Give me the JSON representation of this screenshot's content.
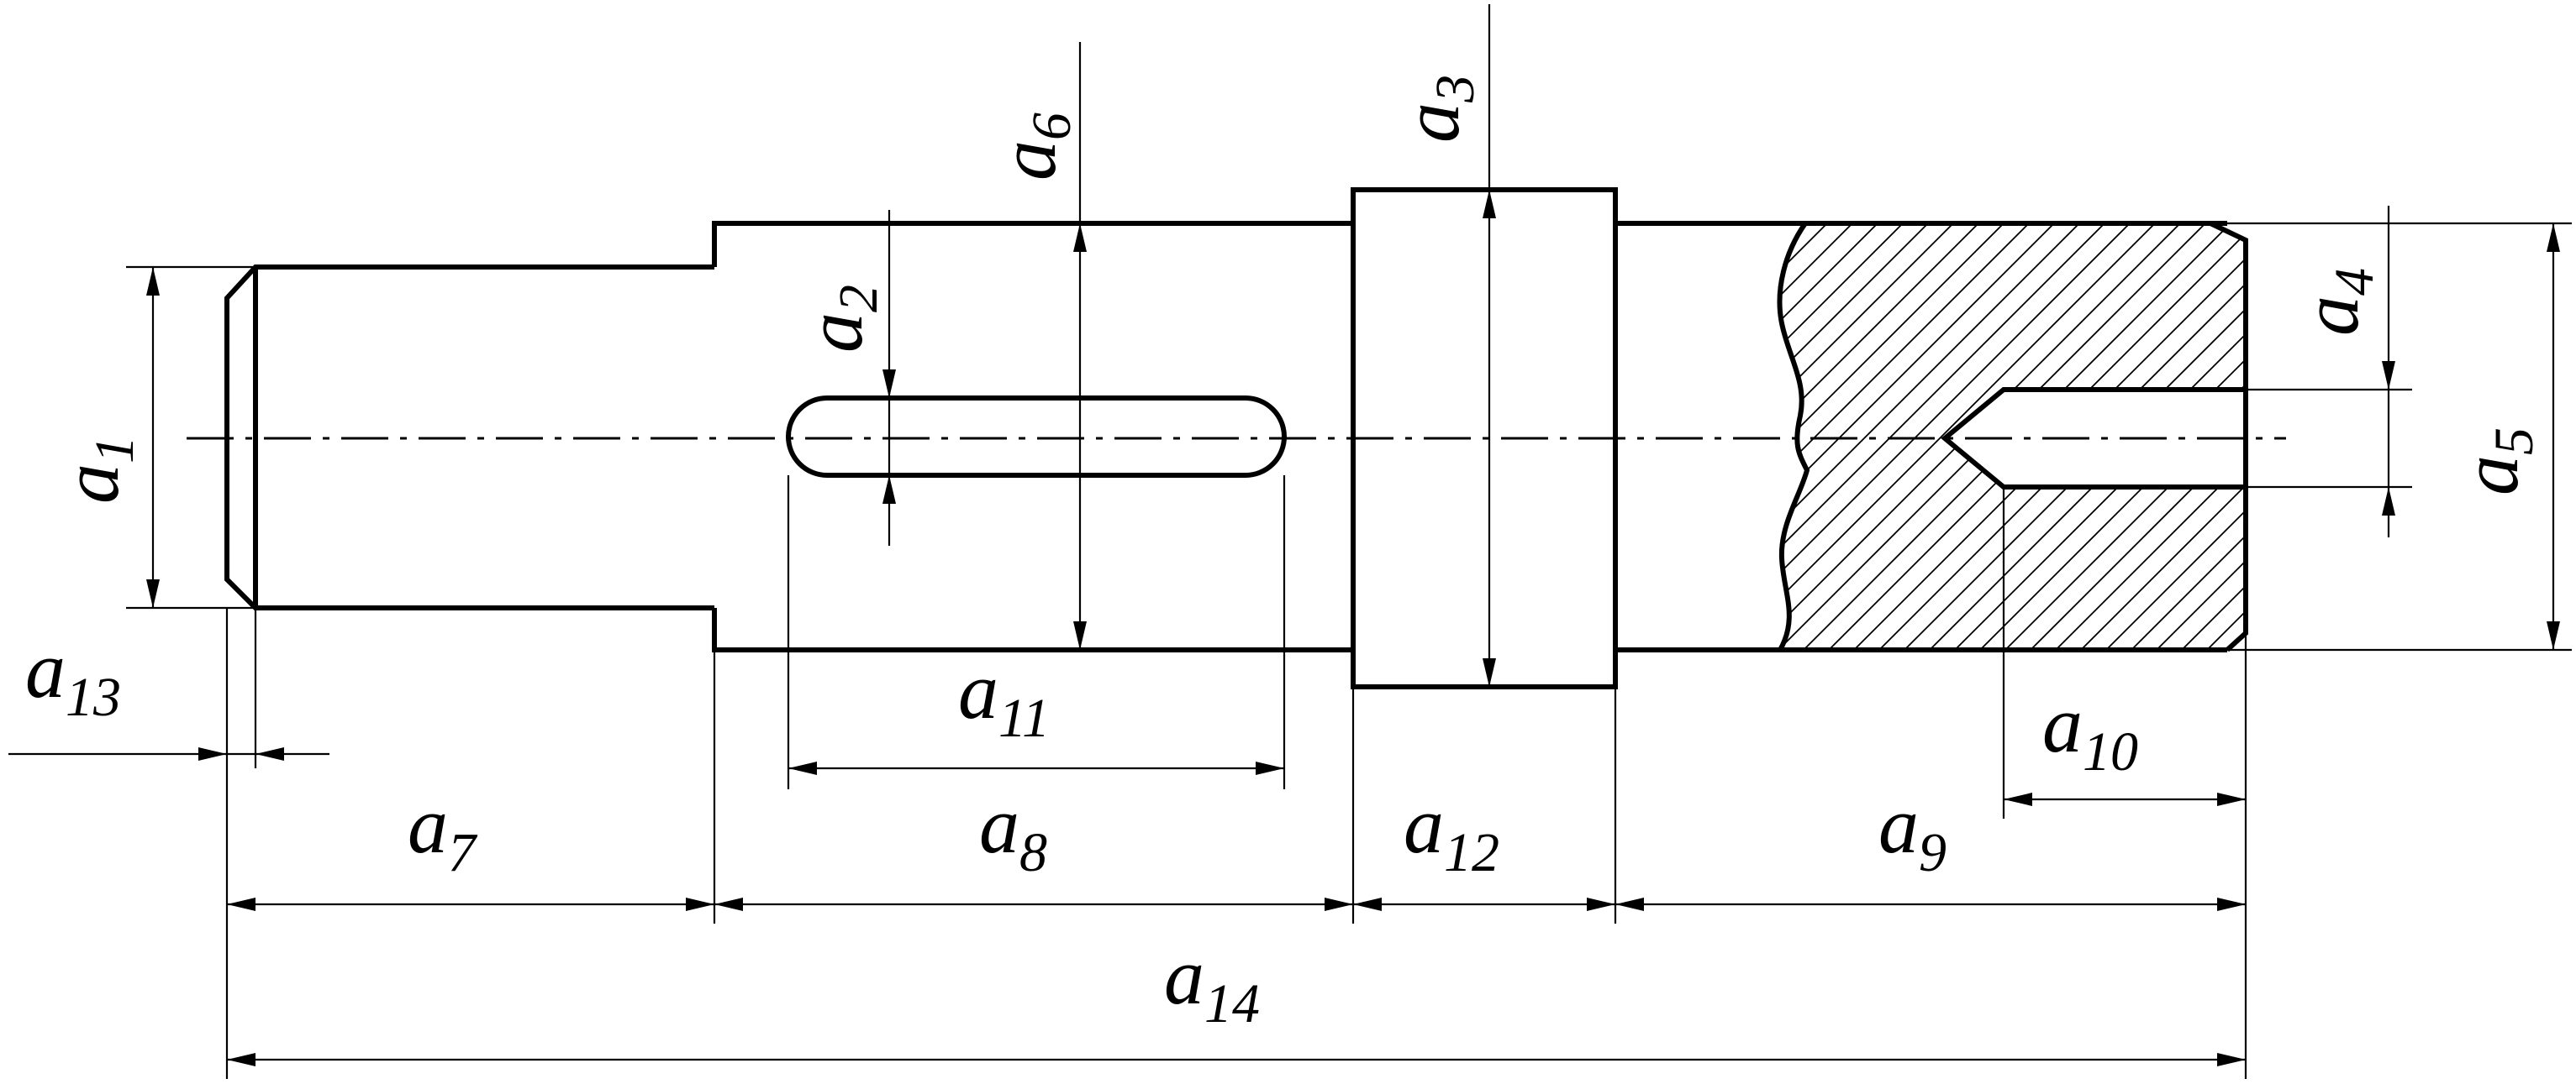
{
  "labels": {
    "a1": {
      "base": "a",
      "sub": "1"
    },
    "a2": {
      "base": "a",
      "sub": "2"
    },
    "a3": {
      "base": "a",
      "sub": "3"
    },
    "a4": {
      "base": "a",
      "sub": "4"
    },
    "a5": {
      "base": "a",
      "sub": "5"
    },
    "a6": {
      "base": "a",
      "sub": "6"
    },
    "a7": {
      "base": "a",
      "sub": "7"
    },
    "a8": {
      "base": "a",
      "sub": "8"
    },
    "a9": {
      "base": "a",
      "sub": "9"
    },
    "a10": {
      "base": "a",
      "sub": "10"
    },
    "a11": {
      "base": "a",
      "sub": "11"
    },
    "a12": {
      "base": "a",
      "sub": "12"
    },
    "a13": {
      "base": "a",
      "sub": "13"
    },
    "a14": {
      "base": "a",
      "sub": "14"
    }
  }
}
